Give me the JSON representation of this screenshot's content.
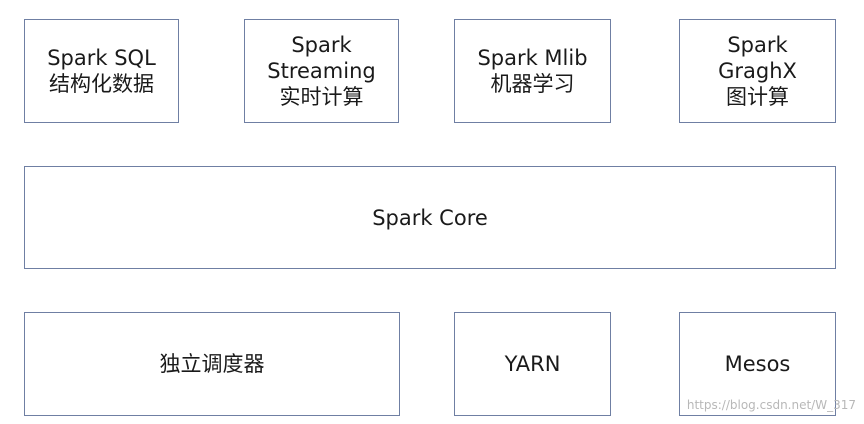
{
  "top_row": {
    "sql": {
      "line1": "Spark SQL",
      "line2": "结构化数据"
    },
    "streaming": {
      "line1": "Spark",
      "line2": "Streaming",
      "line3": "实时计算"
    },
    "mlib": {
      "line1": "Spark Mlib",
      "line2": "机器学习"
    },
    "graphx": {
      "line1": "Spark",
      "line2": "GraghX",
      "line3": "图计算"
    }
  },
  "middle": {
    "core": "Spark Core"
  },
  "bottom_row": {
    "standalone": "独立调度器",
    "yarn": "YARN",
    "mesos": "Mesos"
  },
  "watermark": "https://blog.csdn.net/W_317"
}
